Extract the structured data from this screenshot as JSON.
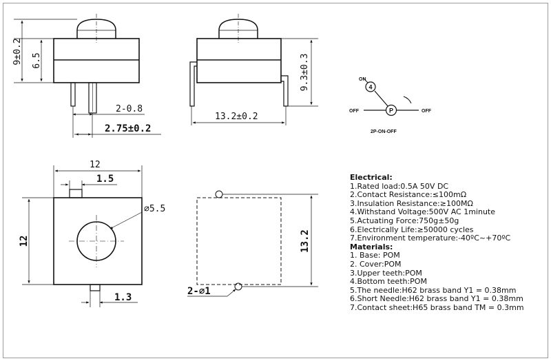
{
  "dimensions": {
    "height_total": "9±0.2",
    "body_height": "6.5",
    "pin_pitch": "2-0.8",
    "pin_span": "2.75±0.2",
    "width_front": "13.2±0.2",
    "height_side": "9.3±0.3",
    "top_width": "12",
    "tab_width": "1.5",
    "hole_diameter": "⌀5.5",
    "left_height": "12",
    "bottom_tab": "1.3",
    "right_height": "13.2",
    "pin_holes": "2-⌀1"
  },
  "schematic": {
    "on_label": "ON",
    "num_label": "4",
    "p_label": "P",
    "off_left": "OFF",
    "off_right": "OFF",
    "caption": "2P-ON-OFF"
  },
  "specs": {
    "electrical_title": "Electrical:",
    "electrical": [
      "1.Rated load:0.5A 50V DC",
      "2.Contact Resistance:≤100mΩ",
      "3.Insulation Resistance:≥100MΩ",
      "4.Withstand Voltage:500V AC 1minute",
      "5.Actuating Force:750g±50g",
      "6.Electrically Life:≥50000 cycles",
      "7.Environment temperature:-40ºC~+70ºC"
    ],
    "materials_title": "Materials:",
    "materials": [
      "1. Base: POM",
      "2. Cover:POM",
      "3.Upper teeth:POM",
      "4.Bottom teeth:POM",
      "5.The needle:H62 brass band Y1 = 0.38mm",
      "6.Short Needle:H62 brass band Y1 = 0.38mm",
      "7.Contact sheet:H65 brass band TM = 0.3mm"
    ]
  }
}
